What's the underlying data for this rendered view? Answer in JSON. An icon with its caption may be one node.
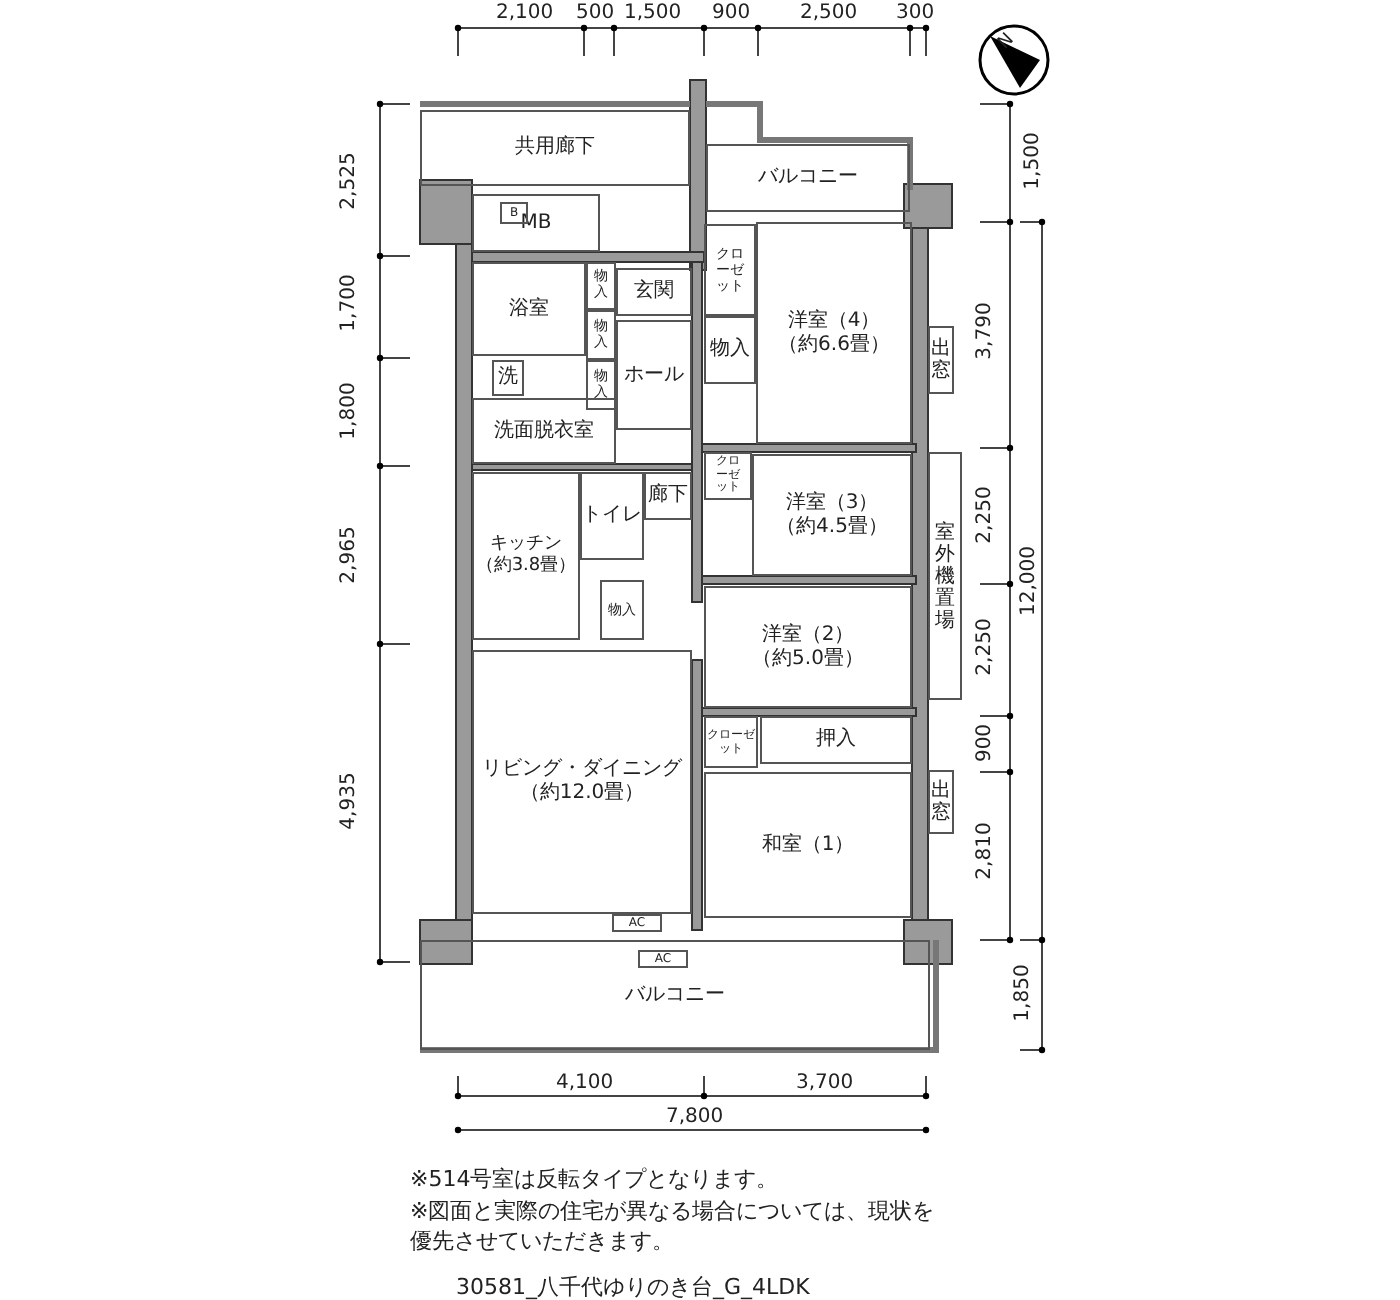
{
  "diagram": {
    "nodes": [
      {
        "text": [
          "共用廊下"
        ]
      },
      {
        "text": [
          "バルコニー"
        ]
      },
      {
        "text": [
          "MB"
        ]
      },
      {
        "text": [
          "B"
        ],
        "in": 2
      },
      {
        "text": [
          "浴室"
        ]
      },
      {
        "text": [
          "物入"
        ]
      },
      {
        "text": [
          "玄関"
        ]
      },
      {
        "text": [
          "クローゼット"
        ]
      },
      {
        "text": [
          "物入"
        ]
      },
      {
        "text": [
          "洋室（4）",
          "（約6.6畳）"
        ]
      },
      {
        "text": [
          "出窓"
        ]
      },
      {
        "text": [
          "物入"
        ]
      },
      {
        "text": [
          "物入"
        ]
      },
      {
        "text": [
          "ホール"
        ]
      },
      {
        "text": [
          "洗"
        ]
      },
      {
        "text": [
          "洗面脱衣室"
        ]
      },
      {
        "text": [
          "クローゼット"
        ]
      },
      {
        "text": [
          "廊下"
        ]
      },
      {
        "text": [
          "トイレ"
        ]
      },
      {
        "text": [
          "洋室（3）",
          "（約4.5畳）"
        ]
      },
      {
        "text": [
          "室外機置場"
        ]
      },
      {
        "text": [
          "キッチン",
          "（約3.8畳）"
        ]
      },
      {
        "text": [
          "物入"
        ]
      },
      {
        "text": [
          "洋室（2）",
          "（約5.0畳）"
        ]
      },
      {
        "text": [
          "クローゼット"
        ]
      },
      {
        "text": [
          "押入"
        ]
      },
      {
        "text": [
          "リビング・ダイニング",
          "（約12.0畳）"
        ]
      },
      {
        "text": [
          "出窓"
        ]
      },
      {
        "text": [
          "和室（1）"
        ]
      },
      {
        "text": [
          "AC"
        ]
      },
      {
        "text": [
          "バルコニー"
        ]
      },
      {
        "text": [
          "AC"
        ],
        "in": 30
      }
    ],
    "labels": [
      "N",
      "2,100",
      "500",
      "1,500",
      "900",
      "2,500",
      "300",
      "2,525",
      "1,700",
      "1,800",
      "2,965",
      "4,935",
      "1,500",
      "3,790",
      "2,250",
      "2,250",
      "900",
      "2,810",
      "12,000",
      "1,850",
      "4,100",
      "3,700",
      "7,800",
      "※514号室は反転タイプとなります。",
      "※図面と実際の住宅が異なる場合については、現状を優先させていただきます。",
      "30581_八千代ゆりのき台_G_4LDK"
    ]
  }
}
